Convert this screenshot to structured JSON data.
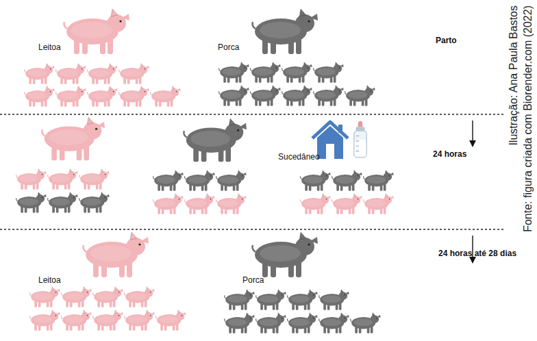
{
  "diagram": {
    "labels": [
      "Leitoa",
      "Porca",
      "Parto",
      "24 horas",
      "Sucedâneo",
      "24 horas até 28 dias",
      "Leitoa",
      "Porca",
      "Ilustração: Ana Paula Bastos",
      "Fonte: figura criada com Biorender.com (2022)"
    ]
  }
}
